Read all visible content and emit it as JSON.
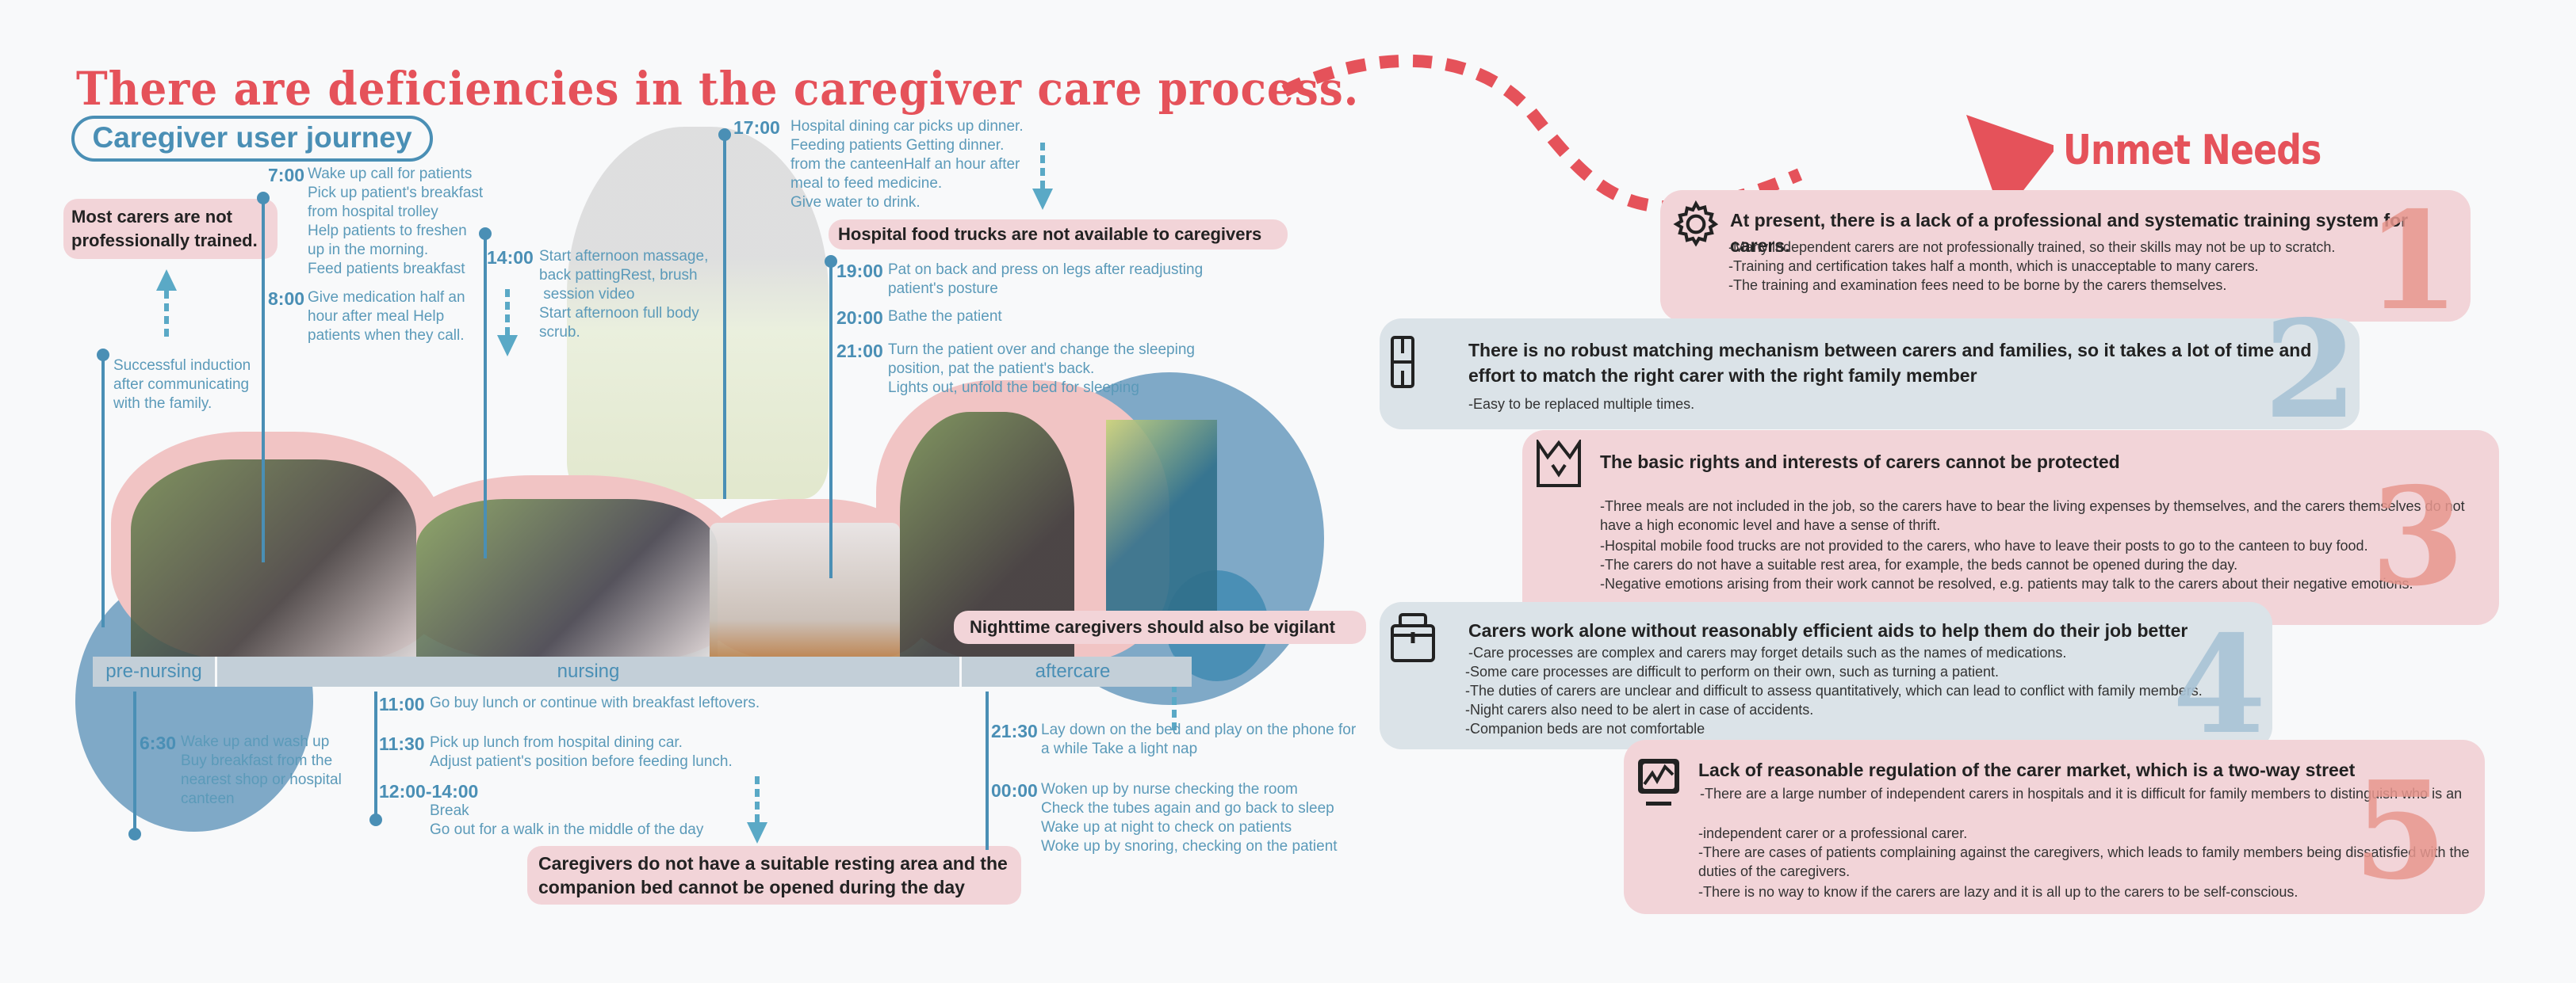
{
  "title": "There are deficiencies in the caregiver care process.",
  "journey_label": "Caregiver user journey",
  "unmet_needs_title": "Unmet Needs",
  "colors": {
    "accent_red": "#e5525a",
    "journey_blue": "#4a8fb5",
    "pink_card": "#f2d4d8",
    "blue_card": "#dbe3e8",
    "phase_bar": "#c3cfd8"
  },
  "pain_points": {
    "not_trained": "Most carers are not professionally trained.",
    "food_trucks": "Hospital food trucks are not available to caregivers",
    "resting_area": "Caregivers do not have a suitable resting area and the companion bed cannot be opened during the day",
    "nighttime": "Nighttime caregivers should also be vigilant"
  },
  "phases": [
    "pre-nursing",
    "nursing",
    "aftercare"
  ],
  "timeline": {
    "induction": {
      "text": "Successful induction\nafter communicating\nwith the family."
    },
    "t0700": {
      "time": "7:00",
      "text": "Wake up call for patients\nPick up patient's breakfast\nfrom hospital trolley\nHelp patients to freshen\nup in the morning.\nFeed patients breakfast"
    },
    "t0800": {
      "time": "8:00",
      "text": "Give medication half an\nhour after meal Help\npatients when they call."
    },
    "t1400": {
      "time": "14:00",
      "text": "Start afternoon massage,\nback pattingRest, brush\n session video\nStart afternoon full body\nscrub."
    },
    "t1700": {
      "time": "17:00",
      "text": "Hospital dining car picks up dinner.\nFeeding patients Getting dinner.\nfrom the canteenHalf an hour after\nmeal to feed medicine.\nGive water to drink."
    },
    "t1900": {
      "time": "19:00",
      "text": "Pat on back and press on legs after readjusting\npatient's posture"
    },
    "t2000": {
      "time": "20:00",
      "text": "Bathe the patient"
    },
    "t2100": {
      "time": "21:00",
      "text": "Turn the patient over and change the sleeping\nposition, pat the patient's back.\nLights out, unfold the bed for sleeping"
    },
    "t0630": {
      "time": "6:30",
      "text": "Wake up and wash up\nBuy breakfast from the\nnearest shop or hospital\ncanteen"
    },
    "t1100": {
      "time": "11:00",
      "text": "Go buy lunch or continue with breakfast leftovers."
    },
    "t1130": {
      "time": "11:30",
      "text": "Pick up lunch from hospital dining car.\nAdjust patient's position before feeding lunch."
    },
    "t1200": {
      "time": "12:00-14:00",
      "text": "Break\nGo out for a walk in the middle of the day"
    },
    "t2130": {
      "time": "21:30",
      "text": "Lay down on the bed and play on the phone for\na while Take a light nap"
    },
    "t0000": {
      "time": "00:00",
      "text": "Woken up by nurse checking the room\nCheck the tubes again and go back to sleep\nWake up at night to check on patients\nWoke up by snoring, checking on the patient"
    }
  },
  "needs": [
    {
      "number": "1",
      "icon": "gear-icon",
      "title": "At present, there is a lack of a professional and systematic training system for carers.",
      "points": [
        "-Many independent carers are not professionally trained, so their skills may not be up to scratch.",
        "-Training and certification takes half a month, which is unacceptable to many carers.",
        "-The training and examination fees need to be borne by the carers themselves."
      ]
    },
    {
      "number": "2",
      "icon": "matching-icon",
      "title": "There is no robust matching mechanism between carers and families, so it takes a lot of time and effort to match the right carer with the right family member",
      "points": [
        "-Easy to be replaced multiple times."
      ]
    },
    {
      "number": "3",
      "icon": "crown-icon",
      "title": "The basic rights and interests of carers cannot be protected",
      "points": [
        "-Three meals are not included in the job, so the carers have to bear the living expenses by themselves, and the carers themselves do not have a high economic level and have a sense of thrift.",
        "-Hospital mobile food trucks are not provided to the carers, who have to leave their posts to go to the canteen to buy food.",
        "-The carers do not have a suitable rest area, for example, the beds cannot be opened during the day.",
        "-Negative emotions arising from their work cannot be resolved, e.g. patients may talk to the carers about their negative emotions."
      ]
    },
    {
      "number": "4",
      "icon": "toolbox-icon",
      "title": "Carers work alone without reasonably efficient aids to help them do their job better",
      "points": [
        "-Care processes are complex and carers may forget details such as the names of medications.",
        "-Some care processes are difficult to perform on their own, such as turning a patient.",
        "-The duties of carers are unclear and difficult to assess quantitatively, which can lead to conflict with family members.",
        "-Night carers also need to be alert in case of accidents.",
        "-Companion beds are not comfortable"
      ]
    },
    {
      "number": "5",
      "icon": "monitor-chart-icon",
      "title": "Lack of reasonable regulation of the carer market, which is a two-way street",
      "points": [
        "-There are a large number of independent carers in hospitals and it is difficult for family members to distinguish who is an",
        "-independent carer or a professional carer.",
        "-There are cases of patients complaining against the caregivers, which leads to family members being dissatisfied with the duties of the caregivers.",
        "-There is no way to know if the carers are lazy and it is all up to the carers to be self-conscious."
      ]
    }
  ]
}
